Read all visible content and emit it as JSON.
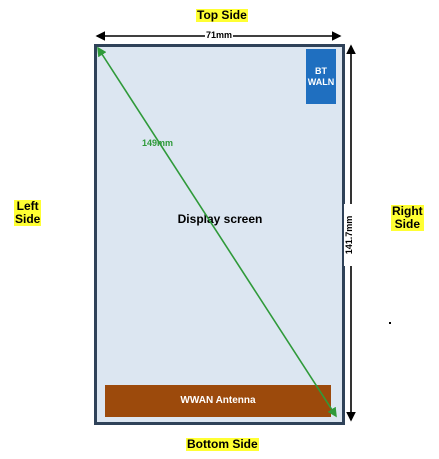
{
  "labels": {
    "top_side": "Top Side",
    "bottom_side": "Bottom Side",
    "left_side": "Left\nSide",
    "right_side": "Right\nSide"
  },
  "dimensions": {
    "width": "71mm",
    "height": "141.7mm",
    "diagonal": "149mm"
  },
  "components": {
    "display": "Display screen",
    "bt_line1": "BT",
    "bt_line2": "WALN",
    "wwan": "WWAN Antenna"
  },
  "colors": {
    "side_label_bg": "#ffff33",
    "screen_fill": "#dce6f1",
    "frame": "#2f4259",
    "bt_block": "#1f6fc0",
    "wwan_block": "#9c4a0c",
    "diagonal": "#2f9a3a"
  }
}
